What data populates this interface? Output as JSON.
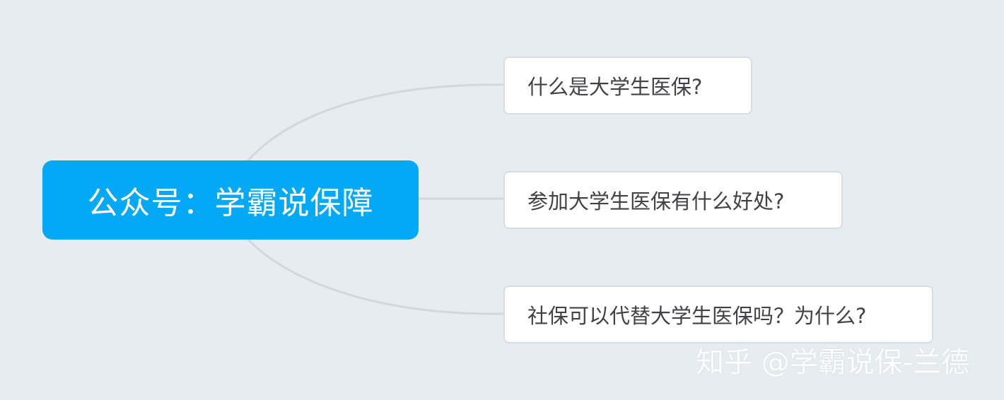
{
  "mindmap": {
    "root": {
      "label": "公众号：学霸说保障"
    },
    "children": [
      {
        "label": "什么是大学生医保?"
      },
      {
        "label": "参加大学生医保有什么好处?"
      },
      {
        "label": "社保可以代替大学生医保吗？为什么?"
      }
    ]
  },
  "watermark": {
    "text": "知乎 @学霸说保-兰德"
  },
  "colors": {
    "background": "#e6edf1",
    "root_fill": "#03a9f4",
    "node_fill": "#ffffff",
    "node_border": "#d7dde1",
    "connector": "#d2d7da",
    "node_text": "#404245"
  }
}
